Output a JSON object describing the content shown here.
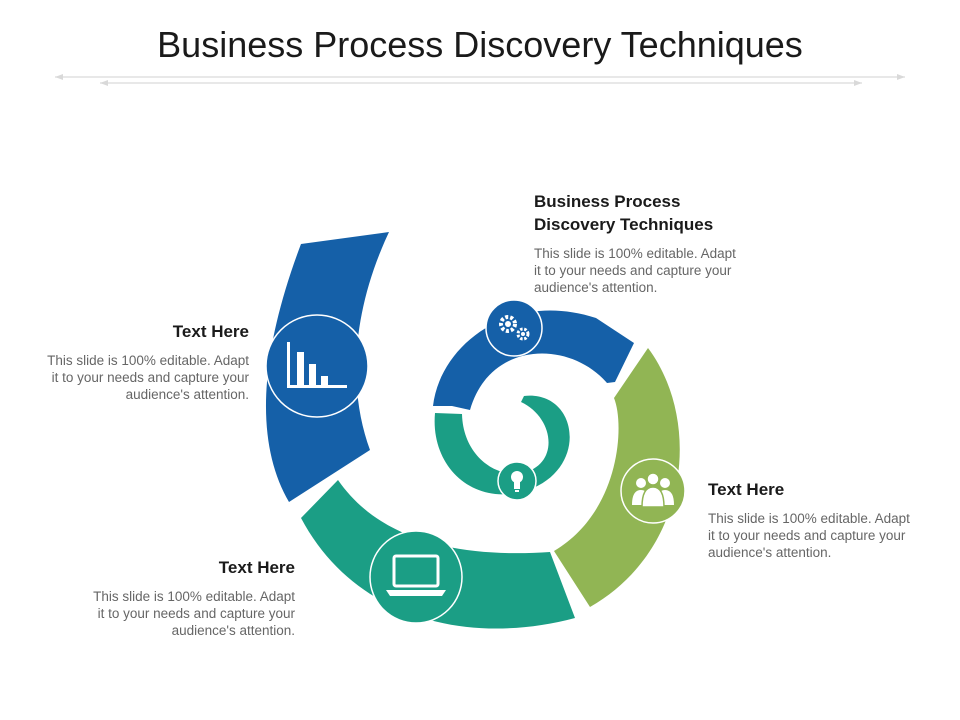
{
  "title": "Business Process Discovery Techniques",
  "colors": {
    "blue": "#1560a8",
    "green": "#91b554",
    "teal": "#1b9e85",
    "teal_inner": "#20a189"
  },
  "segments": [
    {
      "name": "blue-outer",
      "color": "#1560a8"
    },
    {
      "name": "teal-outer",
      "color": "#1b9e85"
    },
    {
      "name": "green",
      "color": "#91b554"
    },
    {
      "name": "blue-inner",
      "color": "#1560a8"
    },
    {
      "name": "teal-inner",
      "color": "#1b9e85"
    }
  ],
  "icons": [
    "bar-chart-icon",
    "laptop-icon",
    "people-icon",
    "gears-icon",
    "lightbulb-icon"
  ],
  "blocks": {
    "top": {
      "heading_line1": "Business Process",
      "heading_line2": "Discovery Techniques",
      "body": [
        "This slide is 100% editable. Adapt",
        "it to your needs and capture your",
        "audience's attention."
      ]
    },
    "left": {
      "heading": "Text Here",
      "body": [
        "This slide is 100% editable. Adapt",
        "it to your needs and capture your",
        "audience's attention."
      ]
    },
    "bottom_left": {
      "heading": "Text Here",
      "body": [
        "This slide is 100% editable. Adapt",
        "it to your needs and capture your",
        "audience's attention."
      ]
    },
    "right": {
      "heading": "Text Here",
      "body": [
        "This slide is 100% editable. Adapt",
        "it to your needs and capture your",
        "audience's attention."
      ]
    }
  }
}
